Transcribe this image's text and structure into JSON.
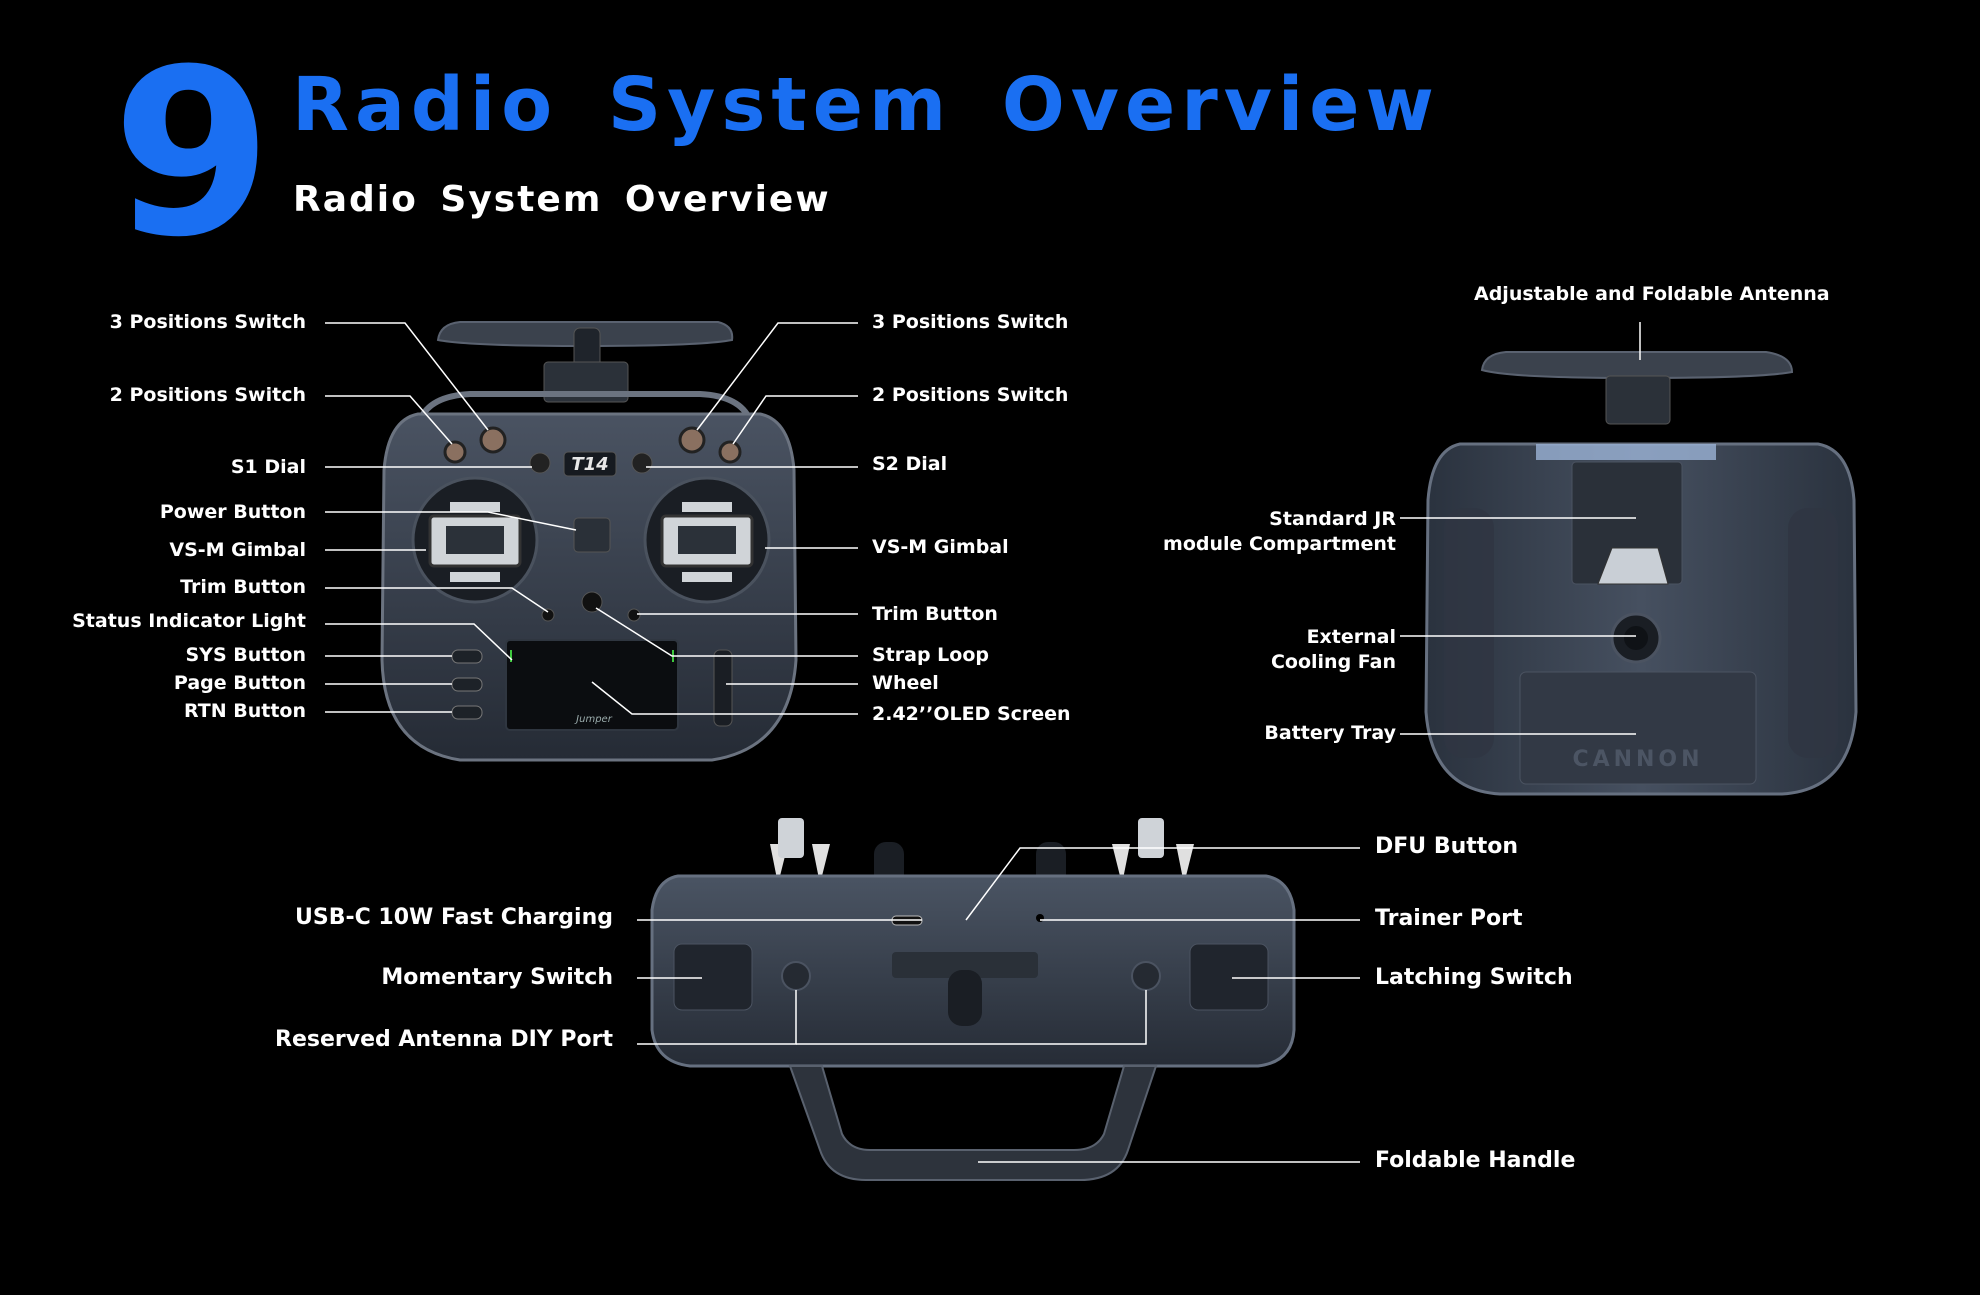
{
  "header": {
    "section_number": "9",
    "title": "Radio System Overview",
    "subtitle": "Radio System Overview"
  },
  "front_view": {
    "screen_logo": "T14",
    "brand_mark": "Jumper",
    "labels_left": [
      "3 Positions Switch",
      "2 Positions Switch",
      "S1 Dial",
      "Power Button",
      "VS-M Gimbal",
      "Trim Button",
      "Status Indicator Light",
      "SYS Button",
      "Page Button",
      "RTN Button"
    ],
    "labels_right": [
      "3 Positions Switch",
      "2 Positions Switch",
      "S2 Dial",
      "VS-M Gimbal",
      "Trim Button",
      "Strap Loop",
      "Wheel",
      "2.42’’OLED Screen"
    ]
  },
  "back_view": {
    "antenna_label": "Adjustable and Foldable Antenna",
    "jr_label_line1": "Standard JR",
    "jr_label_line2": "module Compartment",
    "fan_label_line1": "External",
    "fan_label_line2": "Cooling Fan",
    "battery_label": "Battery Tray",
    "tray_text": "CANNON"
  },
  "bottom_view": {
    "labels_left": [
      "USB-C 10W Fast Charging",
      "Momentary Switch",
      "Reserved Antenna DIY Port"
    ],
    "labels_right": [
      "DFU Button",
      "Trainer Port",
      "Latching Switch",
      "Foldable Handle"
    ]
  },
  "colors": {
    "accent": "#1a6ff2",
    "background": "#000000",
    "body": "#3a4250",
    "leader_line": "#ffffff"
  }
}
